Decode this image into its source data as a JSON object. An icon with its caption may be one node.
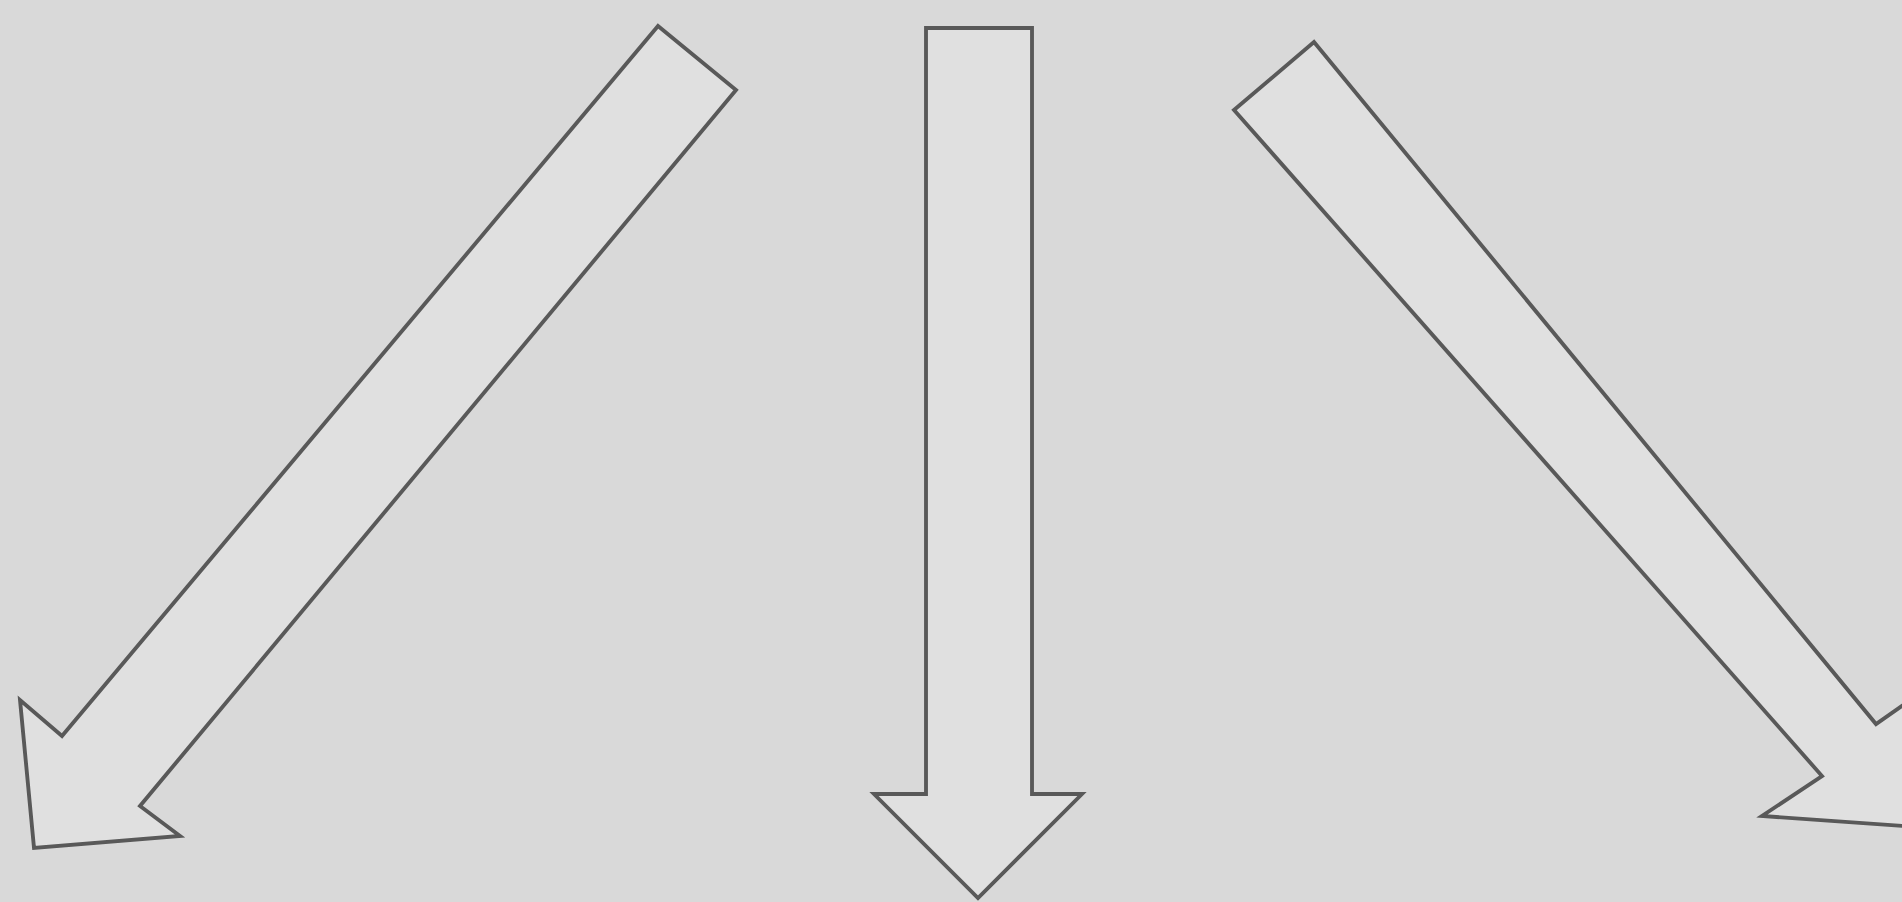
{
  "diagram": {
    "nodes": [
      {
        "text": [],
        "shape": "arrow"
      },
      {
        "text": [],
        "shape": "arrow"
      },
      {
        "text": [],
        "shape": "arrow"
      }
    ]
  }
}
